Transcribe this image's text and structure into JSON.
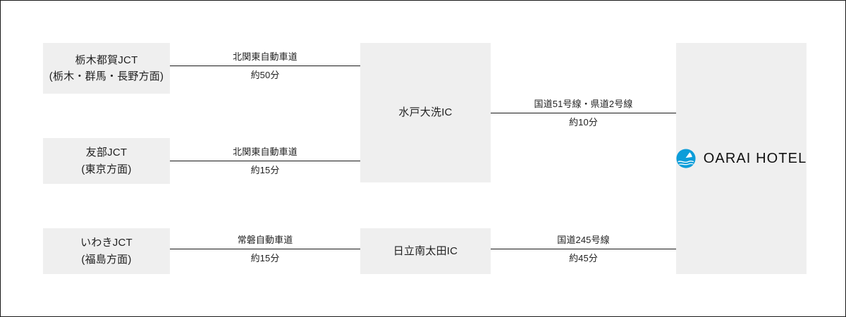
{
  "diagram": {
    "type": "access-route-flow",
    "background_color": "#ffffff",
    "node_fill_color": "#efefef",
    "line_color": "#1a1a1a",
    "brand_color": "#0d9dd9",
    "nodes": [
      {
        "id": "tochigi-tsuga-jct",
        "line1": "栃木都賀JCT",
        "line2": "(栃木・群馬・長野方面)"
      },
      {
        "id": "tomobe-jct",
        "line1": "友部JCT",
        "line2": "(東京方面)"
      },
      {
        "id": "iwaki-jct",
        "line1": "いわきJCT",
        "line2": "(福島方面)"
      },
      {
        "id": "mito-oarai-ic",
        "line1": "水戸大洗IC"
      },
      {
        "id": "hitachi-minami-ota-ic",
        "line1": "日立南太田IC"
      },
      {
        "id": "oarai-hotel",
        "logo_text": "OARAI HOTEL",
        "logo_mark": "sun-over-sea-icon"
      }
    ],
    "connectors": [
      {
        "id": "tochigi-to-mito",
        "route": "北関東自動車道",
        "duration": "約50分"
      },
      {
        "id": "tomobe-to-mito",
        "route": "北関東自動車道",
        "duration": "約15分"
      },
      {
        "id": "iwaki-to-hitachi",
        "route": "常磐自動車道",
        "duration": "約15分"
      },
      {
        "id": "mito-to-hotel",
        "route": "国道51号線・県道2号線",
        "duration": "約10分"
      },
      {
        "id": "hitachi-to-hotel",
        "route": "国道245号線",
        "duration": "約45分"
      }
    ]
  }
}
